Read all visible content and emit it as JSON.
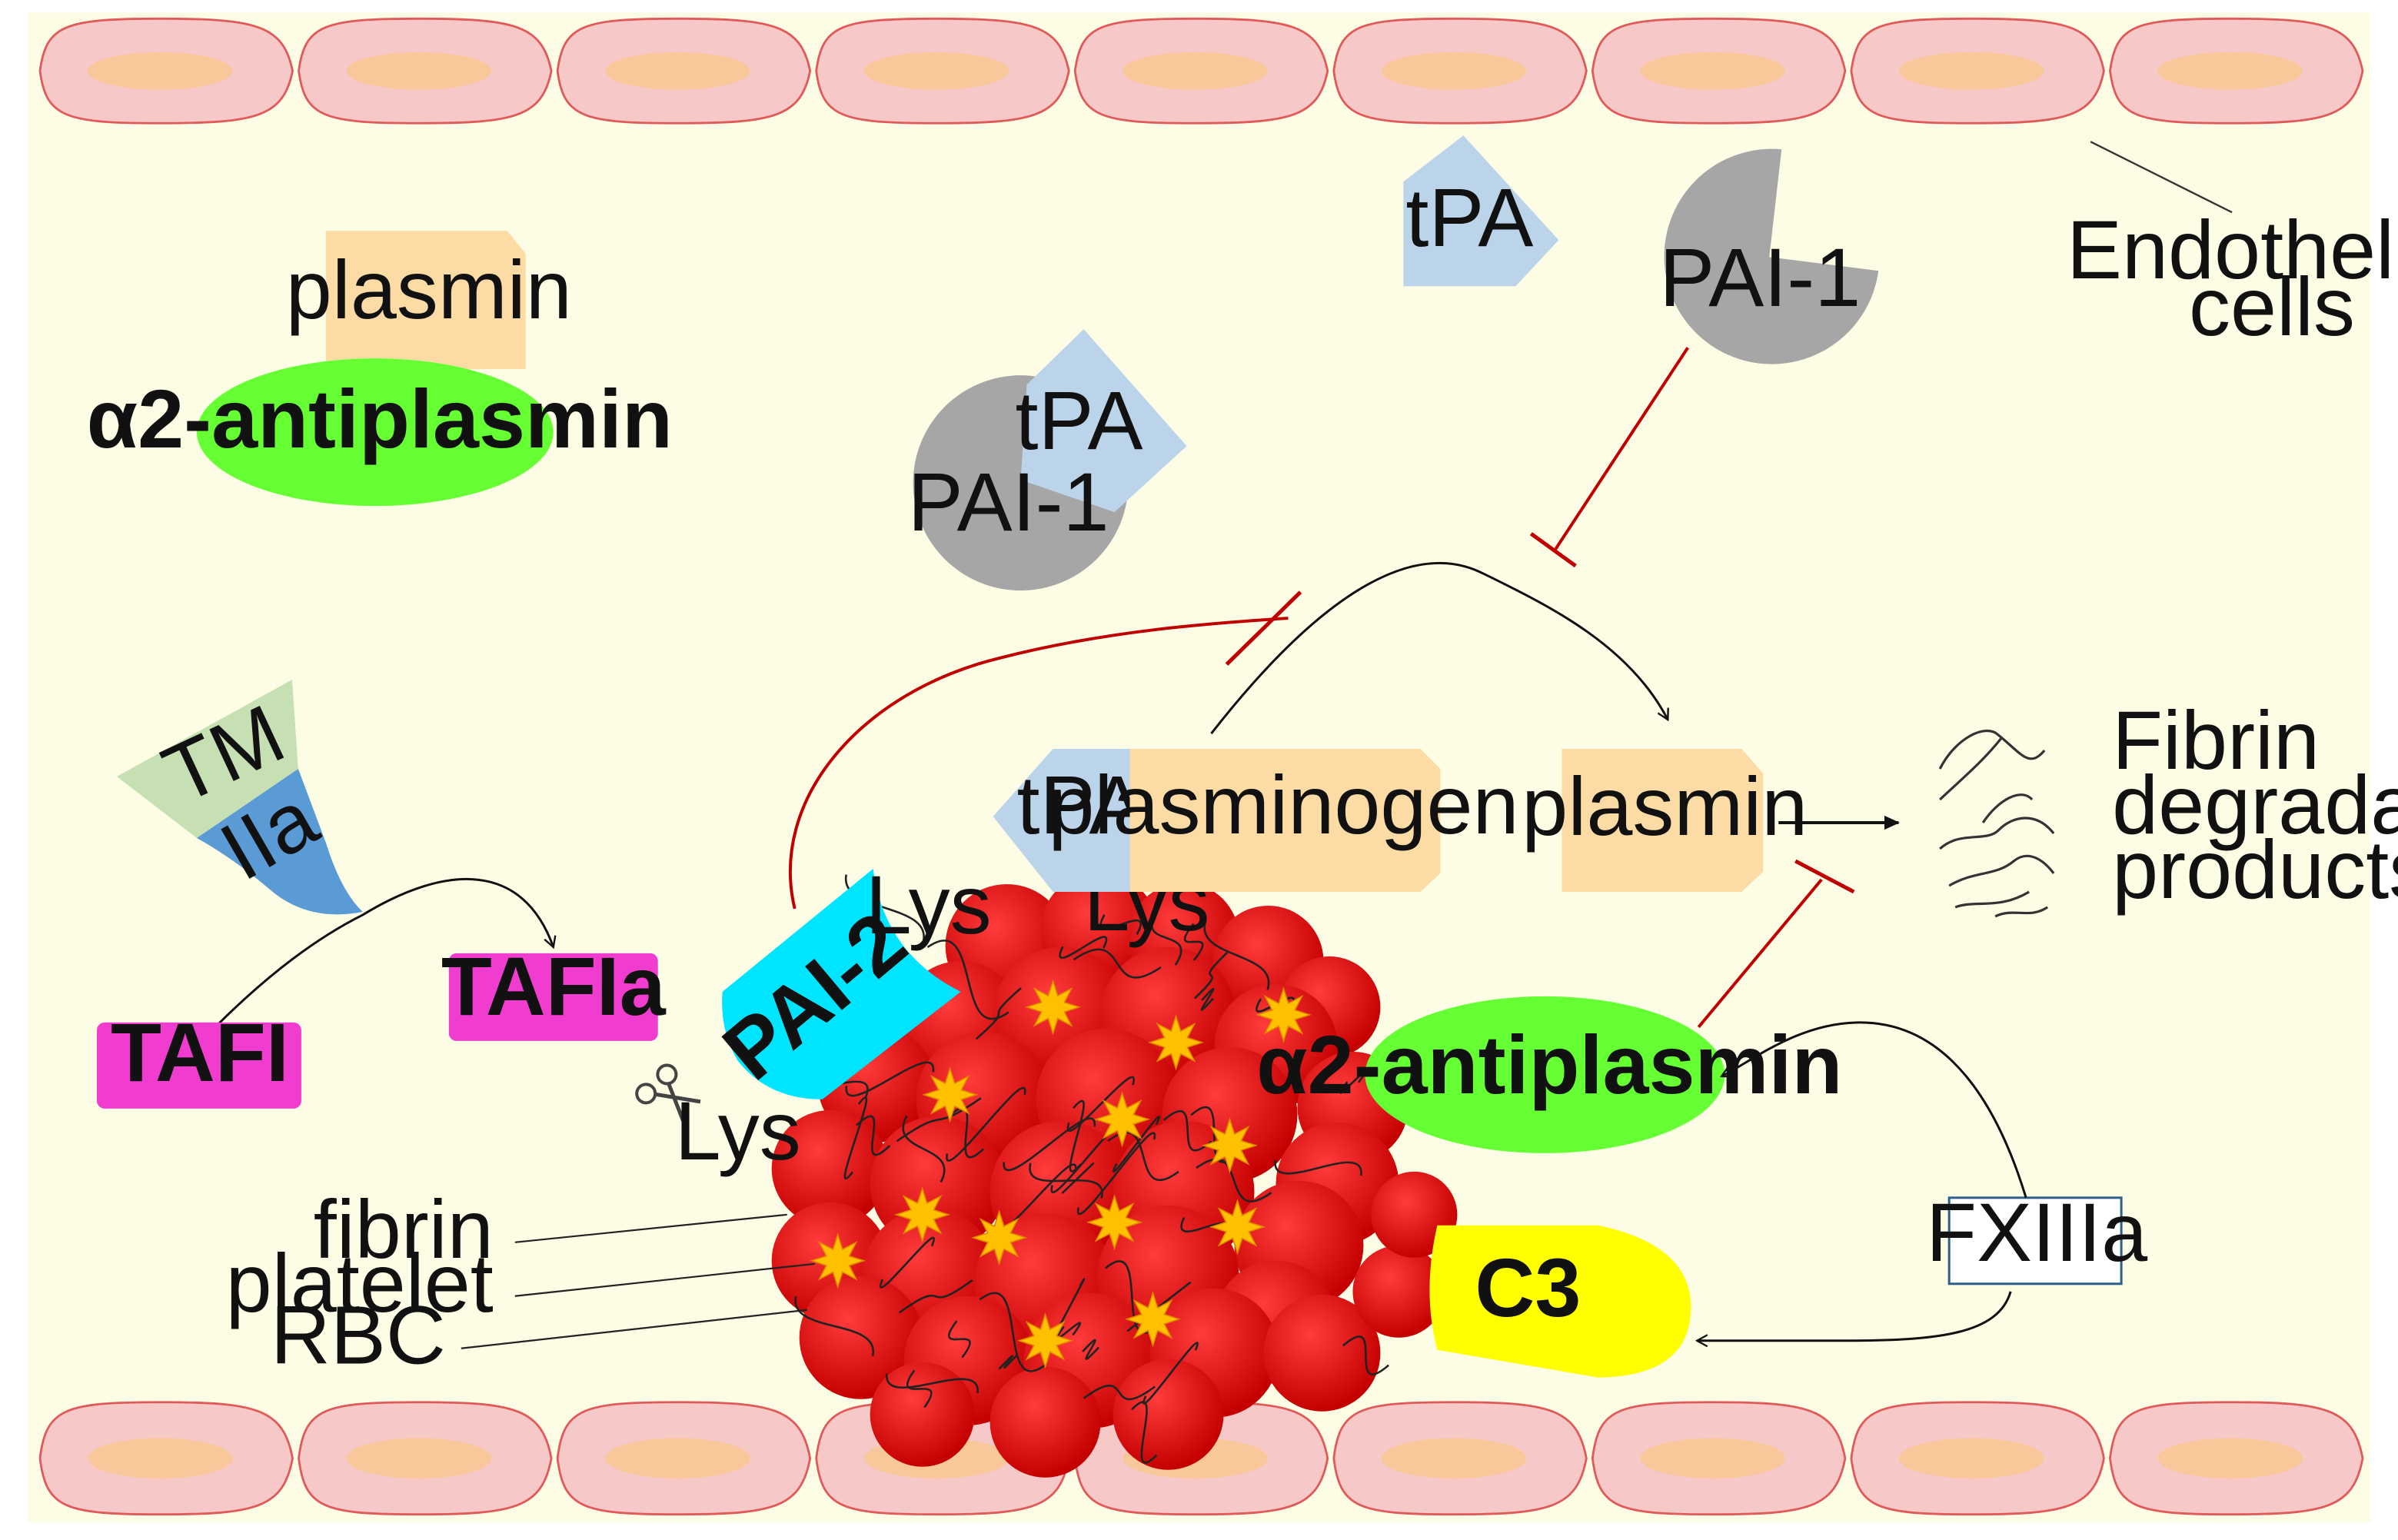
{
  "colors": {
    "background": "#fdfde6",
    "endothelial_cell": "#f6c8c8",
    "endothelial_nucleus": "#f9c89a",
    "plasmin": "#fcdca4",
    "tpa": "#bcd4ea",
    "pai1": "#a6a6a6",
    "antiplasmin": "#66ff33",
    "pai2": "#00e5ff",
    "tafi": "#f03ccf",
    "c3": "#ffff00",
    "tm": "#c6e0b4",
    "iia": "#5b9bd5",
    "inhibition": "#c00000",
    "rbc": "#d40000",
    "platelet": "#ffc000"
  },
  "labels": {
    "endothelial_cells": [
      "Endothelial",
      "cells"
    ],
    "plasmin_complex": "plasmin",
    "antiplasmin_complex": "α2-antiplasmin",
    "tpa_free": "tPA",
    "pai1_free": "PAI-1",
    "tpa_complex": "tPA",
    "pai1_complex": "PAI-1",
    "tm": "TM",
    "iia": "IIa",
    "tafi": "TAFI",
    "tafia": "TAFIa",
    "pai2": "PAI-2",
    "lys_1": "Lys",
    "lys_2": "Lys",
    "lys_3": "Lys",
    "tpa_bound": "tPA",
    "plasminogen": "plasminogen",
    "plasmin_center": "plasmin",
    "fdp": [
      "Fibrin",
      "degradation",
      "products"
    ],
    "antiplasmin_clot": "α2-antiplasmin",
    "c3": "C3",
    "fxiiia": "FXIIIa",
    "fibrin": "fibrin",
    "platelet": "platelet",
    "rbc": "RBC"
  }
}
